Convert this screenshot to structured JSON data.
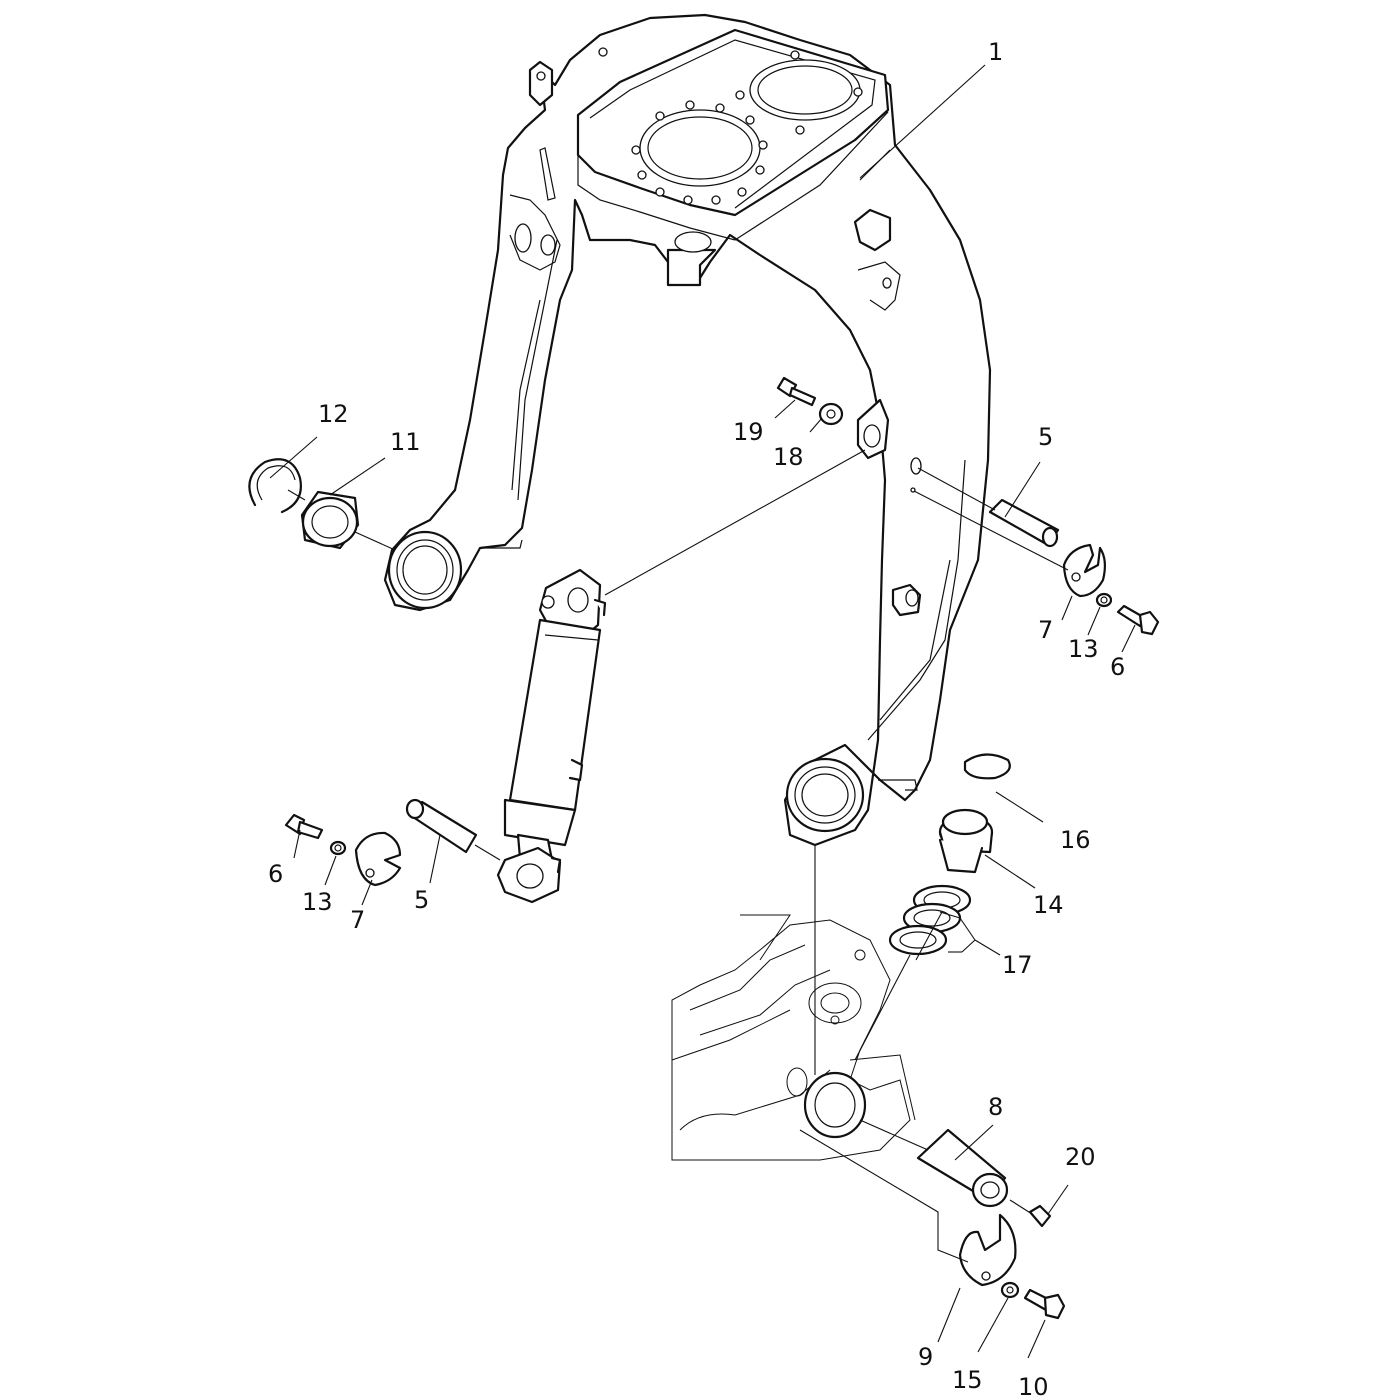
{
  "diagram": {
    "callouts": {
      "c1": "1",
      "c5a": "5",
      "c5b": "5",
      "c6a": "6",
      "c6b": "6",
      "c7a": "7",
      "c7b": "7",
      "c8": "8",
      "c9": "9",
      "c10": "10",
      "c11": "11",
      "c12": "12",
      "c13a": "13",
      "c13b": "13",
      "c14": "14",
      "c15": "15",
      "c16": "16",
      "c17": "17",
      "c18": "18",
      "c19": "19",
      "c20": "20"
    },
    "colors": {
      "line": "#111111",
      "background": "#ffffff"
    }
  }
}
